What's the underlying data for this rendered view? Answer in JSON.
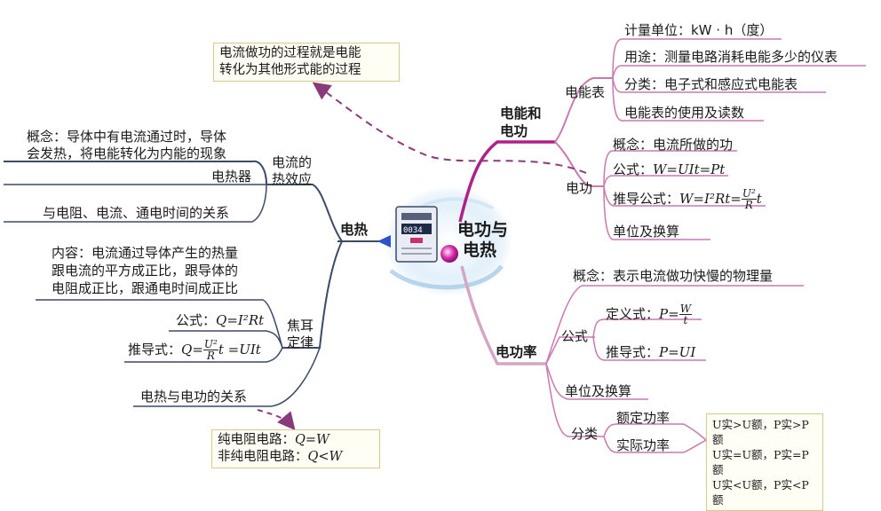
{
  "center": {
    "title_line1": "电功与",
    "title_line2": "电热"
  },
  "top_note": {
    "line1": "电流做功的过程就是电能",
    "line2": "转化为其他形式能的过程"
  },
  "left": {
    "branch": "电热",
    "thermal_effect": {
      "label_line1": "电流的",
      "label_line2": "热效应",
      "concept_line1": "概念：导体中有电流通过时，导体",
      "concept_line2": "会发热，将电能转化为内能的现象",
      "heater": "电热器",
      "relation": "与电阻、电流、通电时间的关系"
    },
    "joule_law": {
      "label_line1": "焦耳",
      "label_line2": "定律",
      "content_line1": "内容：电流通过导体产生的热量",
      "content_line2": "跟电流的平方成正比，跟导体的",
      "content_line3": "电阻成正比，跟通电时间成正比",
      "formula_prefix": "公式：",
      "formula": "Q=I²Rt",
      "derived_prefix": "推导式：",
      "derived_lhs": "Q=",
      "derived_num": "U²",
      "derived_den": "R",
      "derived_rhs": "t =UIt"
    },
    "relation_item": "电热与电功的关系",
    "bottom_box": {
      "line1_text": "纯电阻电路：",
      "line1_formula": "Q=W",
      "line2_text": "非纯电阻电路：",
      "line2_formula": "Q<W"
    }
  },
  "right": {
    "energy_work": {
      "label_line1": "电能和",
      "label_line2": "电功",
      "meter": {
        "label": "电能表",
        "items": [
          "计量单位：kW · h（度）",
          "用途：测量电路消耗电能多少的仪表",
          "分类：电子式和感应式电能表",
          "电能表的使用及读数"
        ]
      },
      "work": {
        "label": "电功",
        "concept": "概念：电流所做的功",
        "formula_prefix": "公式：",
        "formula": "W=UIt=Pt",
        "derived_prefix": "推导公式：",
        "derived_lhs": "W=I²Rt=",
        "derived_num": "U²",
        "derived_den": "R",
        "derived_rhs": "t",
        "unit": "单位及换算"
      }
    },
    "power": {
      "label": "电功率",
      "concept": "概念：表示电流做功快慢的物理量",
      "formula_group": "公式",
      "def_prefix": "定义式：",
      "def_lhs": "P=",
      "def_num": "W",
      "def_den": "t",
      "derived_prefix": "推导式：",
      "derived_formula": "P=UI",
      "unit": "单位及换算",
      "classification": "分类",
      "rated": "额定功率",
      "actual": "实际功率",
      "ratios": [
        "U实>U额，P实>P额",
        "U实=U额，P实=P额",
        "U实<U额，P实<P额"
      ]
    }
  },
  "colors": {
    "left_lines": "#3d4a66",
    "right_lines": "#c97ab0",
    "accent": "#b0208a",
    "arrow": "#8a3a7a",
    "box_border": "#d9c98a"
  },
  "icons": [
    "electricity-meter-icon"
  ]
}
